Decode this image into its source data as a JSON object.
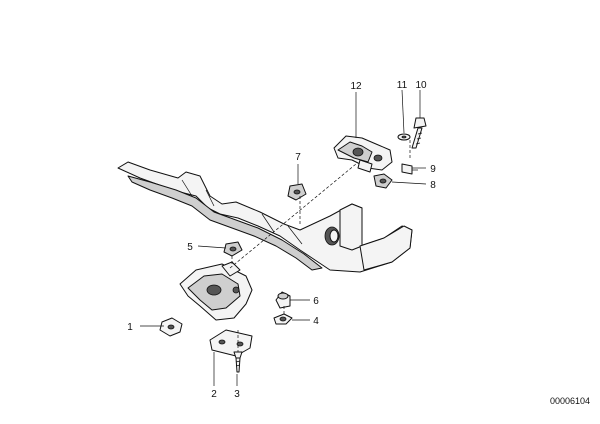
{
  "callouts": {
    "c1": "1",
    "c2": "2",
    "c3": "3",
    "c4": "4",
    "c5": "5",
    "c6": "6",
    "c7": "7",
    "c8": "8",
    "c9": "9",
    "c10": "10",
    "c11": "11",
    "c12": "12"
  },
  "document_id": "00006104"
}
